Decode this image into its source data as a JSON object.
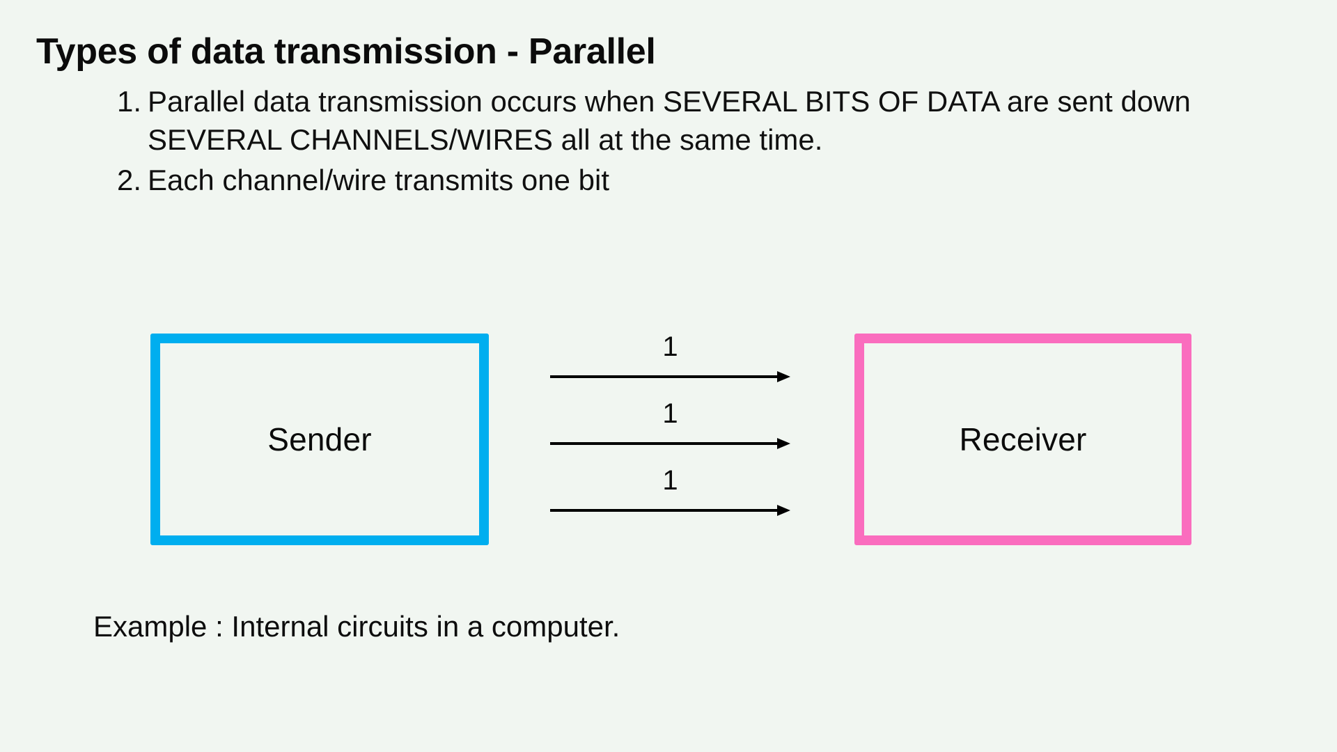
{
  "slide": {
    "background_color": "#F1F6F1",
    "title": "Types of data transmission - Parallel",
    "bullets": [
      {
        "number": "1.",
        "text": "Parallel data transmission occurs when SEVERAL BITS OF DATA are sent down SEVERAL CHANNELS/WIRES all at the same time."
      },
      {
        "number": "2.",
        "text": "Each channel/wire transmits one bit"
      }
    ],
    "diagram": {
      "sender": {
        "label": "Sender",
        "border_color": "#00AEEF"
      },
      "receiver": {
        "label": "Receiver",
        "border_color": "#FA6DBE"
      },
      "channels": [
        {
          "label": "1"
        },
        {
          "label": "1"
        },
        {
          "label": "1"
        }
      ],
      "arrow_color": "#000000"
    },
    "example": "Example : Internal circuits in a computer."
  }
}
